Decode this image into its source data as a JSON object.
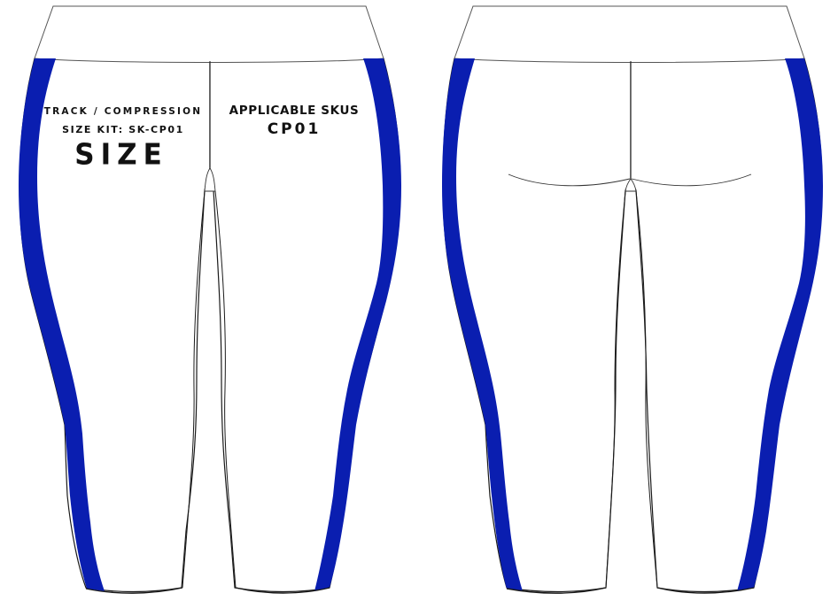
{
  "colors": {
    "stripe": "#0a1eb0",
    "outline": "#1a1a1a",
    "fabric": "#ffffff"
  },
  "front_view": {
    "label_line1": "TRACK / COMPRESSION",
    "label_line2": "SIZE KIT: SK-CP01",
    "label_size": "SIZE",
    "skus_heading": "APPLICABLE SKUS",
    "sku_code": "CP01"
  },
  "back_view": {}
}
